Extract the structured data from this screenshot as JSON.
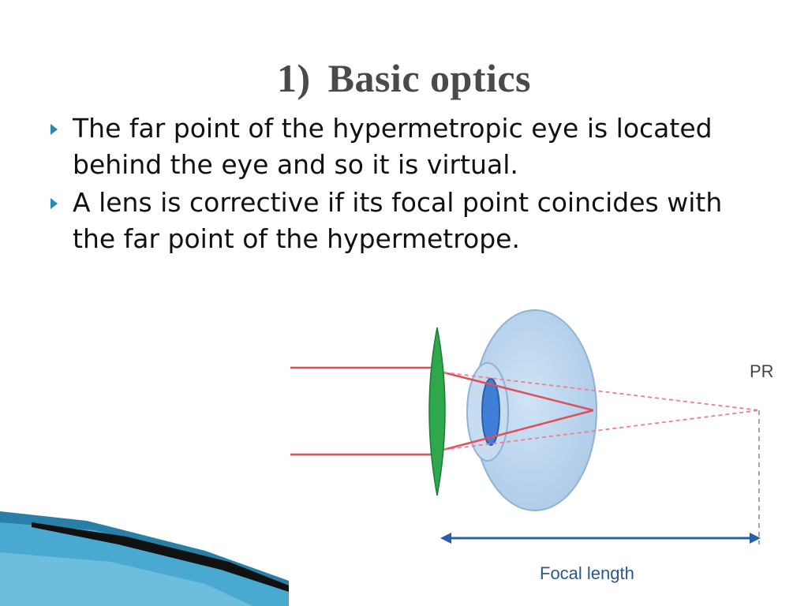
{
  "slide": {
    "title_number": "1)",
    "title_text": "Basic optics",
    "bullets": [
      "The far point of the hypermetropic eye is located behind the eye and so it is virtual.",
      "A lens is corrective if its focal point coincides with the far point of the hypermetrope."
    ]
  },
  "figure": {
    "pr_label": "PR",
    "focal_label": "Focal length"
  },
  "colors": {
    "title": "#4a4a4a",
    "bullet": "#2a8ab0",
    "ray": "#e0505a",
    "lens": "#2ea84a",
    "eye": "#bcd6ee",
    "arrow": "#2a5fa8"
  }
}
